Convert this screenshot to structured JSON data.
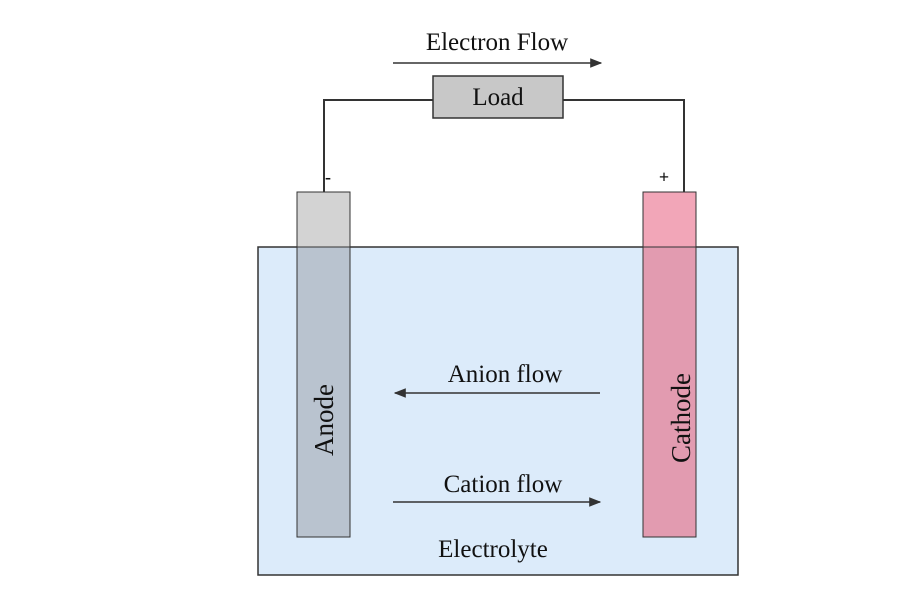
{
  "labels": {
    "electron_flow": "Electron Flow",
    "load": "Load",
    "anode_terminal": "-",
    "cathode_terminal": "+",
    "anode": "Anode",
    "cathode": "Cathode",
    "anion_flow": "Anion flow",
    "cation_flow": "Cation flow",
    "electrolyte": "Electrolyte"
  },
  "colors": {
    "electrolyte_fill": "#dcebfa",
    "electrolyte_border": "#333333",
    "anode_top": "#d3d3d3",
    "anode_submerged": "#b9c3cf",
    "cathode_top": "#f2a6b8",
    "cathode_submerged": "#e29bb0",
    "load_fill": "#c8c8c8",
    "wire": "#333333",
    "arrow": "#333333"
  }
}
